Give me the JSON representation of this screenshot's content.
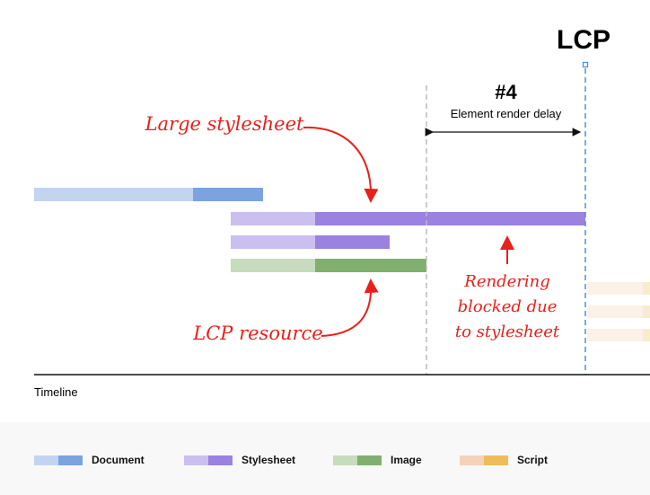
{
  "lcp_label": "LCP",
  "phase": {
    "number": "#4",
    "label": "Element render delay"
  },
  "annotations": {
    "large_stylesheet": "Large stylesheet",
    "lcp_resource": "LCP resource",
    "rendering_blocked": "Rendering blocked due to stylesheet"
  },
  "axis_label": "Timeline",
  "colors": {
    "document": "#7ba3e0",
    "stylesheet": "#9b82e0",
    "image": "#80b06e",
    "script": "#ecbd5a",
    "annotation": "#e8201a",
    "lcp_line": "#4a8fe0"
  },
  "legend": [
    {
      "label": "Document",
      "light": "#c3d4f1",
      "dark": "#7ba3e0"
    },
    {
      "label": "Stylesheet",
      "light": "#cbbff0",
      "dark": "#9b82e0"
    },
    {
      "label": "Image",
      "light": "#c6dcbd",
      "dark": "#80b06e"
    },
    {
      "label": "Script",
      "light": "#f6d2b8",
      "dark": "#ecbd5a"
    }
  ]
}
